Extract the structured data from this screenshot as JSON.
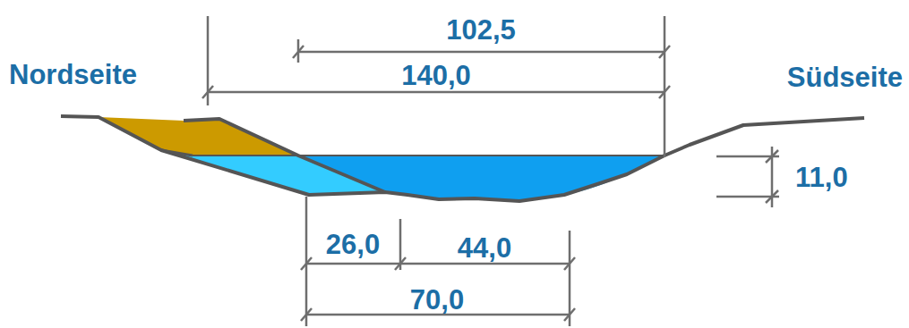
{
  "diagram": {
    "labels": [
      "Nordseite",
      "102,5",
      "140,0",
      "Südseite",
      "11,0",
      "26,0",
      "44,0",
      "70,0"
    ]
  }
}
